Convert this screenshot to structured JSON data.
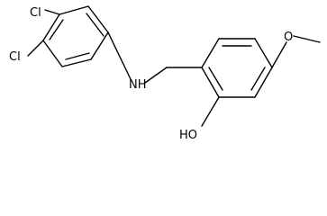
{
  "molecule": {
    "atoms": {
      "cl_top": "Cl",
      "cl_left": "Cl",
      "nh": "NH",
      "o_methoxy": "O",
      "oh": "HO"
    }
  }
}
